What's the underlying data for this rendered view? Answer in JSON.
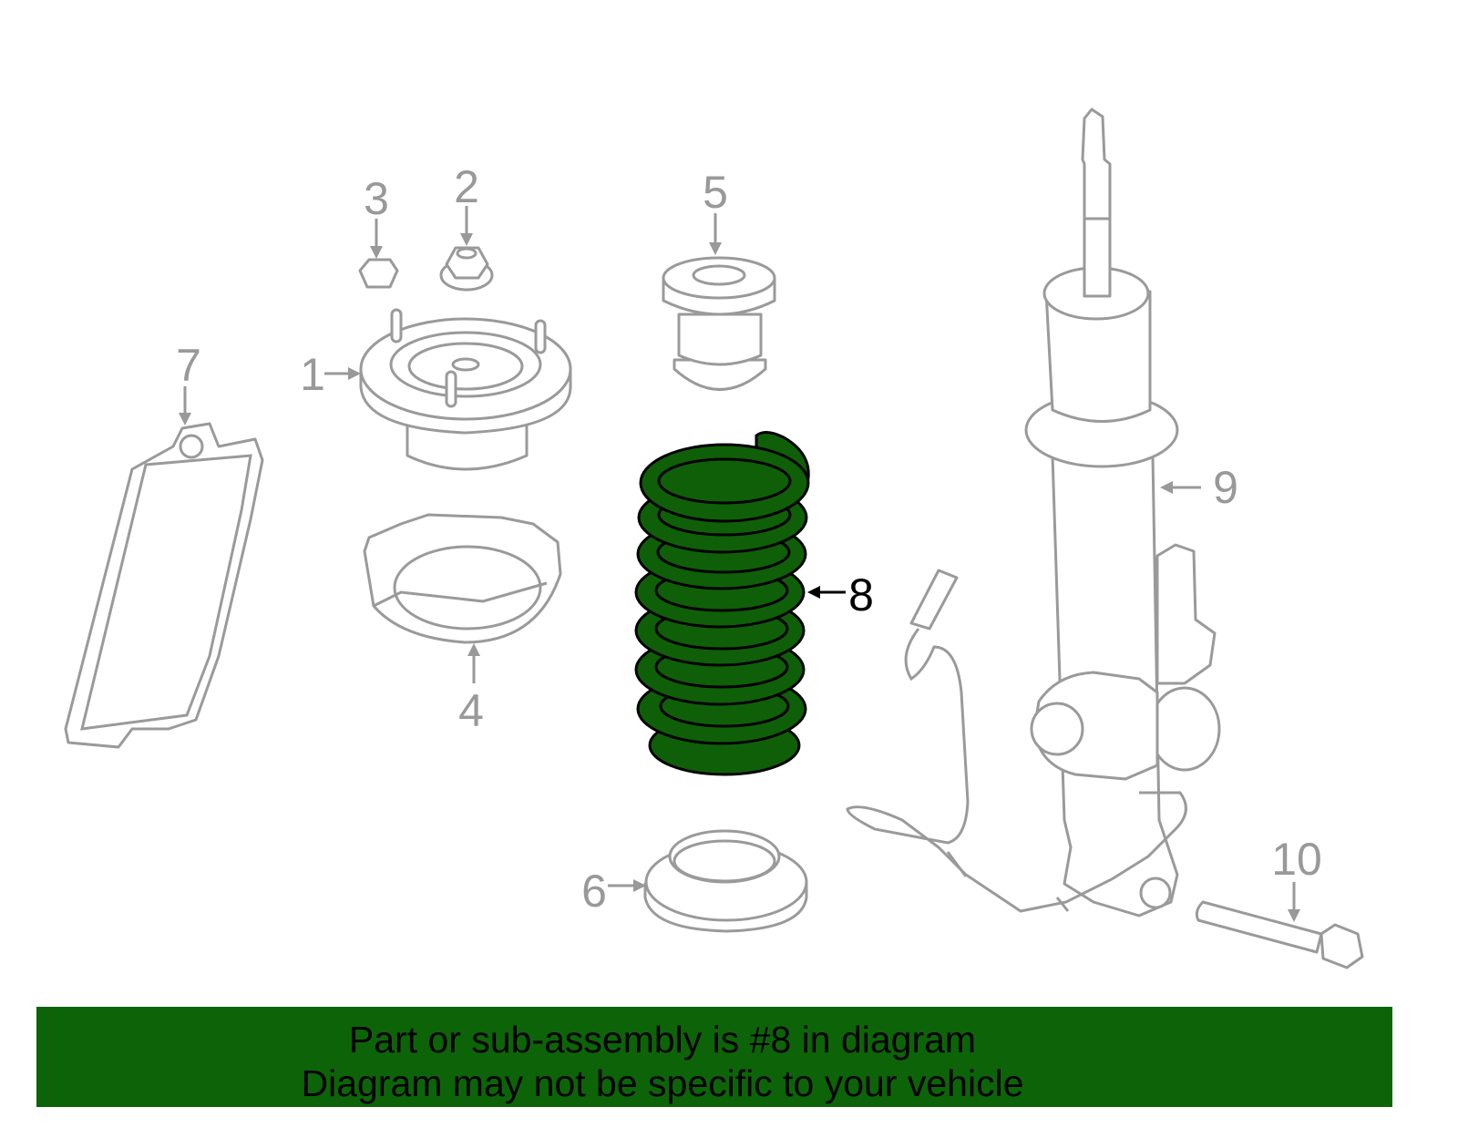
{
  "diagram": {
    "callouts": {
      "p1": "1",
      "p2": "2",
      "p3": "3",
      "p4": "4",
      "p5": "5",
      "p6": "6",
      "p7": "7",
      "p8": "8",
      "p9": "9",
      "p10": "10"
    },
    "highlight_color": "#0f5f08",
    "part_color": "#9a9a9a"
  },
  "banner": {
    "line1": "Part or sub-assembly is #8 in diagram",
    "line2": "Diagram may not be specific to your vehicle",
    "color": "#0d6408"
  }
}
